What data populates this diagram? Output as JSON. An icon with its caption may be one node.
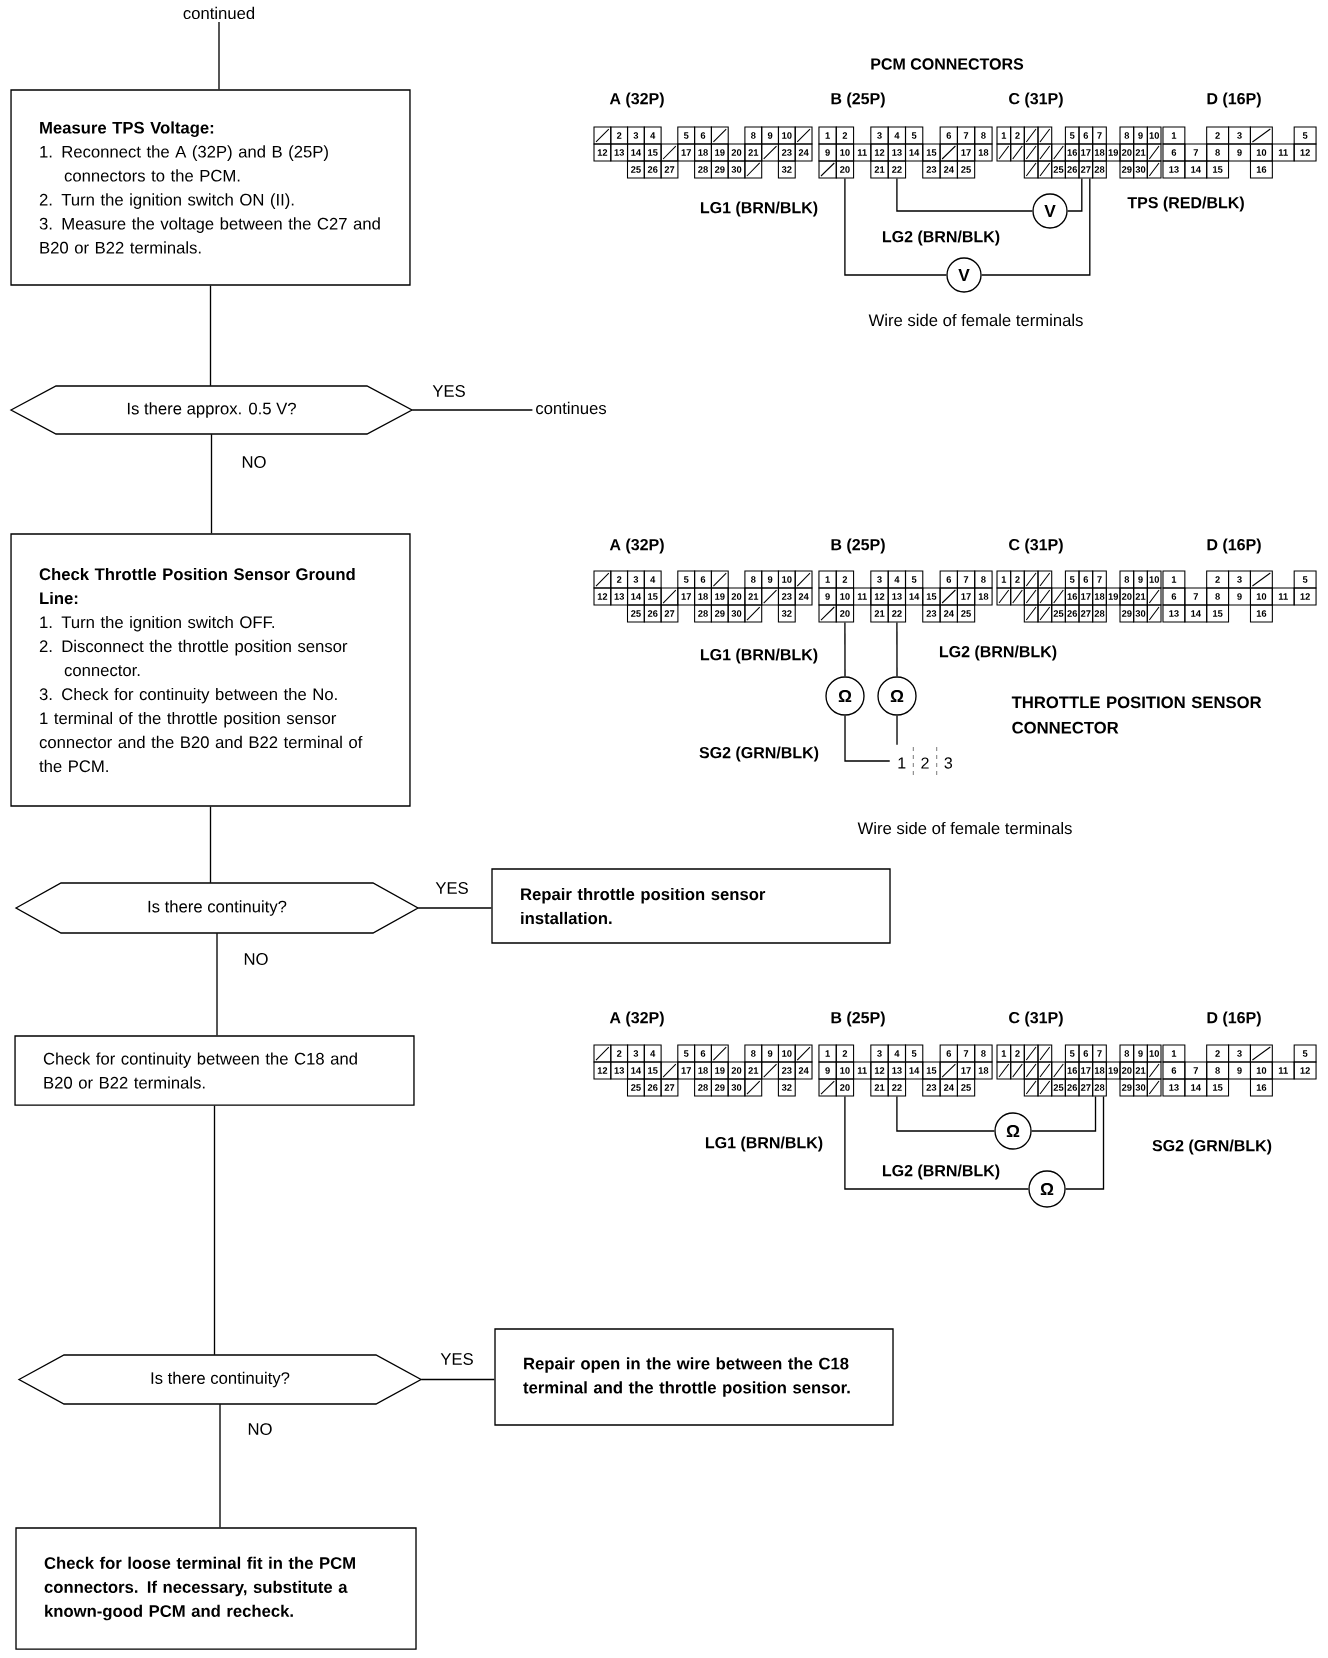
{
  "diagram": {
    "nodes": [
      {
        "text": [
          "continued"
        ]
      },
      {
        "text": [
          "Measure TPS Voltage:",
          "1. Reconnect the A (32P) and B (25P) connectors to the PCM.",
          "2. Turn the ignition switch ON (II).",
          "3. Measure the voltage between the C27 and B20 or B22 terminals."
        ]
      },
      {
        "text": [
          "Is there approx. 0.5 V?"
        ]
      },
      {
        "text": [
          "continues"
        ]
      },
      {
        "text": [
          "Check Throttle Position Sensor Ground Line:",
          "1. Turn the ignition switch OFF.",
          "2. Disconnect the throttle position sensor connector.",
          "3. Check for continuity between the No. 1 terminal of the throttle position sensor connector and the B20 and B22 terminal of the PCM."
        ]
      },
      {
        "text": [
          "Is there continuity?"
        ]
      },
      {
        "text": [
          "Repair throttle position sensor installation."
        ]
      },
      {
        "text": [
          "Check for continuity between the C18 and B20 or B22 terminals."
        ]
      },
      {
        "text": [
          "Is there continuity?"
        ]
      },
      {
        "text": [
          "Repair open in the wire between the C18 terminal and the throttle position sensor."
        ]
      },
      {
        "text": [
          "Check for loose terminal fit in the PCM connectors. If necessary, substitute a known-good PCM and recheck."
        ]
      },
      {
        "text": [
          "V"
        ]
      },
      {
        "text": [
          "V"
        ]
      },
      {
        "text": [
          "Ω"
        ]
      },
      {
        "text": [
          "Ω"
        ]
      },
      {
        "text": [
          "1",
          "2",
          "3"
        ]
      },
      {
        "text": [
          "Ω"
        ]
      },
      {
        "text": [
          "Ω"
        ]
      },
      {
        "text": [
          "20"
        ]
      },
      {
        "text": [
          "22"
        ]
      },
      {
        "text": [
          "27"
        ]
      },
      {
        "text": [
          "20"
        ]
      },
      {
        "text": [
          "22"
        ]
      },
      {
        "text": [
          "20"
        ]
      },
      {
        "text": [
          "22"
        ]
      },
      {
        "text": [
          "28"
        ]
      }
    ],
    "edges": [
      {
        "from": 0,
        "to": 1,
        "arrow": "none"
      },
      {
        "from": 1,
        "to": 2,
        "arrow": "none"
      },
      {
        "from": 2,
        "to": 3,
        "arrow": "none",
        "label": "YES"
      },
      {
        "from": 2,
        "to": 4,
        "arrow": "none",
        "label": "NO"
      },
      {
        "from": 4,
        "to": 5,
        "arrow": "none"
      },
      {
        "from": 5,
        "to": 6,
        "arrow": "none",
        "label": "YES"
      },
      {
        "from": 5,
        "to": 7,
        "arrow": "none",
        "label": "NO"
      },
      {
        "from": 7,
        "to": 8,
        "arrow": "none"
      },
      {
        "from": 8,
        "to": 9,
        "arrow": "none",
        "label": "YES"
      },
      {
        "from": 8,
        "to": 10,
        "arrow": "none",
        "label": "NO"
      },
      {
        "from": 19,
        "to": 11,
        "arrow": "none"
      },
      {
        "from": 11,
        "to": 20,
        "arrow": "none"
      },
      {
        "from": 18,
        "to": 12,
        "arrow": "none"
      },
      {
        "from": 12,
        "to": 20,
        "arrow": "none"
      },
      {
        "from": 21,
        "to": 13,
        "arrow": "none"
      },
      {
        "from": 13,
        "to": 15,
        "arrow": "none"
      },
      {
        "from": 22,
        "to": 14,
        "arrow": "none"
      },
      {
        "from": 14,
        "to": 15,
        "arrow": "none"
      },
      {
        "from": 24,
        "to": 16,
        "arrow": "none"
      },
      {
        "from": 16,
        "to": 25,
        "arrow": "none"
      },
      {
        "from": 23,
        "to": 17,
        "arrow": "none"
      },
      {
        "from": 17,
        "to": 25,
        "arrow": "none"
      }
    ],
    "labels": [
      "PCM CONNECTORS",
      "A (32P)",
      "B (25P)",
      "C (31P)",
      "D (16P)",
      "2",
      "3",
      "4",
      "5",
      "6",
      "8",
      "9",
      "10",
      "12",
      "13",
      "14",
      "15",
      "17",
      "18",
      "19",
      "20",
      "21",
      "23",
      "24",
      "25",
      "26",
      "27",
      "28",
      "29",
      "30",
      "32",
      "1",
      "2",
      "3",
      "4",
      "5",
      "6",
      "7",
      "8",
      "9",
      "10",
      "11",
      "12",
      "13",
      "14",
      "15",
      "17",
      "18",
      "21",
      "23",
      "24",
      "25",
      "1",
      "2",
      "5",
      "6",
      "7",
      "8",
      "9",
      "10",
      "16",
      "17",
      "18",
      "19",
      "20",
      "21",
      "25",
      "26",
      "28",
      "29",
      "30",
      "1",
      "2",
      "3",
      "5",
      "6",
      "7",
      "8",
      "9",
      "10",
      "11",
      "12",
      "13",
      "14",
      "15",
      "16",
      "LG1 (BRN/BLK)",
      "TPS (RED/BLK)",
      "LG2 (BRN/BLK)",
      "Wire side of female terminals",
      "A (32P)",
      "B (25P)",
      "C (31P)",
      "D (16P)",
      "2",
      "3",
      "4",
      "5",
      "6",
      "8",
      "9",
      "10",
      "12",
      "13",
      "14",
      "15",
      "17",
      "18",
      "19",
      "20",
      "21",
      "23",
      "24",
      "25",
      "26",
      "27",
      "28",
      "29",
      "30",
      "32",
      "1",
      "2",
      "3",
      "4",
      "5",
      "6",
      "7",
      "8",
      "9",
      "10",
      "11",
      "12",
      "13",
      "14",
      "15",
      "17",
      "18",
      "21",
      "23",
      "24",
      "25",
      "1",
      "2",
      "5",
      "6",
      "7",
      "8",
      "9",
      "10",
      "16",
      "17",
      "18",
      "19",
      "20",
      "21",
      "25",
      "26",
      "27",
      "28",
      "29",
      "30",
      "1",
      "2",
      "3",
      "5",
      "6",
      "7",
      "8",
      "9",
      "10",
      "11",
      "12",
      "13",
      "14",
      "15",
      "16",
      "LG1 (BRN/BLK)",
      "LG2 (BRN/BLK)",
      "THROTTLE POSITION SENSOR CONNECTOR",
      "SG2 (GRN/BLK)",
      "Wire side of female terminals",
      "A (32P)",
      "B (25P)",
      "C (31P)",
      "D (16P)",
      "2",
      "3",
      "4",
      "5",
      "6",
      "8",
      "9",
      "10",
      "12",
      "13",
      "14",
      "15",
      "17",
      "18",
      "19",
      "20",
      "21",
      "23",
      "24",
      "25",
      "26",
      "27",
      "28",
      "29",
      "30",
      "32",
      "1",
      "2",
      "3",
      "4",
      "5",
      "6",
      "7",
      "8",
      "9",
      "10",
      "11",
      "12",
      "13",
      "14",
      "15",
      "17",
      "18",
      "21",
      "23",
      "24",
      "25",
      "1",
      "2",
      "5",
      "6",
      "7",
      "8",
      "9",
      "10",
      "16",
      "17",
      "18",
      "19",
      "20",
      "21",
      "25",
      "26",
      "27",
      "29",
      "30",
      "1",
      "2",
      "3",
      "5",
      "6",
      "7",
      "8",
      "9",
      "10",
      "11",
      "12",
      "13",
      "14",
      "15",
      "16",
      "LG1 (BRN/BLK)",
      "SG2 (GRN/BLK)",
      "LG2 (BRN/BLK)"
    ]
  }
}
